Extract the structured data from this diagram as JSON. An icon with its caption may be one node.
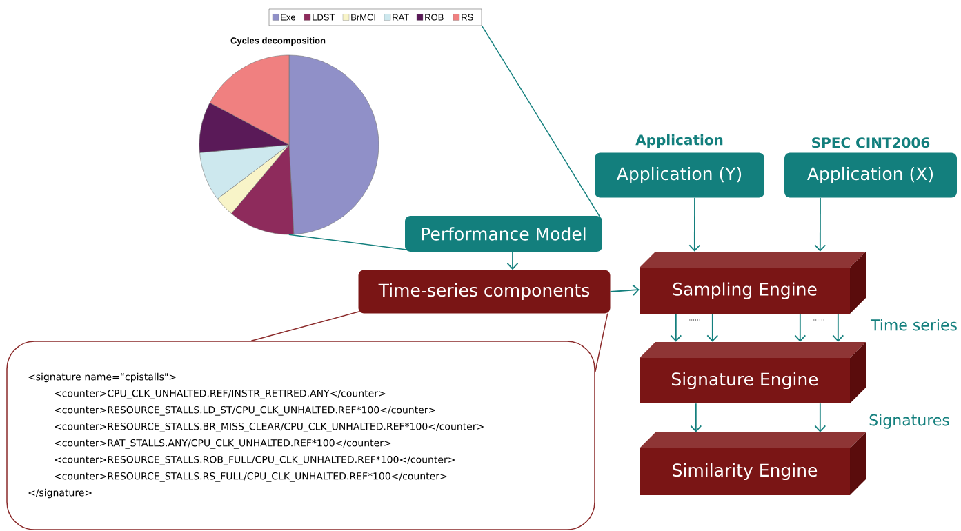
{
  "diagram": {
    "nodes": [
      {
        "text": [],
        "shape": "picture"
      },
      {
        "text": [
          "Performance Model"
        ]
      },
      {
        "text": [
          "Time-series components"
        ]
      },
      {
        "text": [
          "Application (Y)"
        ],
        "beside": [
          "Application"
        ]
      },
      {
        "text": [
          "Application (X)"
        ],
        "beside": [
          "SPEC CINT2006"
        ]
      },
      {
        "text": [
          "Sampling Engine"
        ]
      },
      {
        "text": [
          "Signature Engine"
        ]
      },
      {
        "text": [
          "Similarity Engine"
        ]
      },
      {
        "text": [
          "<signature name=“cpistalls\">",
          "<counter>CPU_CLK_UNHALTED.REF/INSTR_RETIRED.ANY</counter>",
          "<counter>RESOURCE_STALLS.LD_ST/CPU_CLK_UNHALTED.REF*100</counter>",
          "<counter>RESOURCE_STALLS.BR_MISS_CLEAR/CPU_CLK_UNHALTED.REF*100</counter>",
          "<counter>RAT_STALLS.ANY/CPU_CLK_UNHALTED.REF*100</counter>",
          "<counter>RESOURCE_STALLS.ROB_FULL/CPU_CLK_UNHALTED.REF*100</counter>",
          "<counter>RESOURCE_STALLS.RS_FULL/CPU_CLK_UNHALTED.REF*100</counter>",
          "</signature>"
        ]
      }
    ],
    "edges": [
      {
        "from": 1,
        "to": 0,
        "arrow": "none"
      },
      {
        "from": 1,
        "to": 0,
        "arrow": "none"
      },
      {
        "from": 1,
        "to": 2,
        "arrow": "to"
      },
      {
        "from": 2,
        "to": 5,
        "arrow": "to"
      },
      {
        "from": 3,
        "to": 5,
        "arrow": "to"
      },
      {
        "from": 4,
        "to": 5,
        "arrow": "to"
      },
      {
        "from": 5,
        "to": 6,
        "arrow": "to"
      },
      {
        "from": 5,
        "to": 6,
        "arrow": "to"
      },
      {
        "from": 5,
        "to": 6,
        "arrow": "to"
      },
      {
        "from": 5,
        "to": 6,
        "arrow": "to"
      },
      {
        "from": 6,
        "to": 7,
        "arrow": "to"
      },
      {
        "from": 6,
        "to": 7,
        "arrow": "to"
      },
      {
        "from": 2,
        "to": 8,
        "arrow": "none",
        "color": "#8b2a2a"
      },
      {
        "from": 2,
        "to": 8,
        "arrow": "none",
        "color": "#8b2a2a"
      }
    ],
    "labels": [
      "Cycles decomposition",
      "......",
      "......",
      "Time series",
      "Signatures"
    ],
    "legend": [
      {
        "text": "Exe",
        "color": "#9090c8"
      },
      {
        "text": "LDST",
        "color": "#8e2b5c"
      },
      {
        "text": "BrMCI",
        "color": "#f8f4c8"
      },
      {
        "text": "RAT",
        "color": "#cde8ee"
      },
      {
        "text": "ROB",
        "color": "#5a1a58"
      },
      {
        "text": "RS",
        "color": "#f08080"
      }
    ]
  }
}
